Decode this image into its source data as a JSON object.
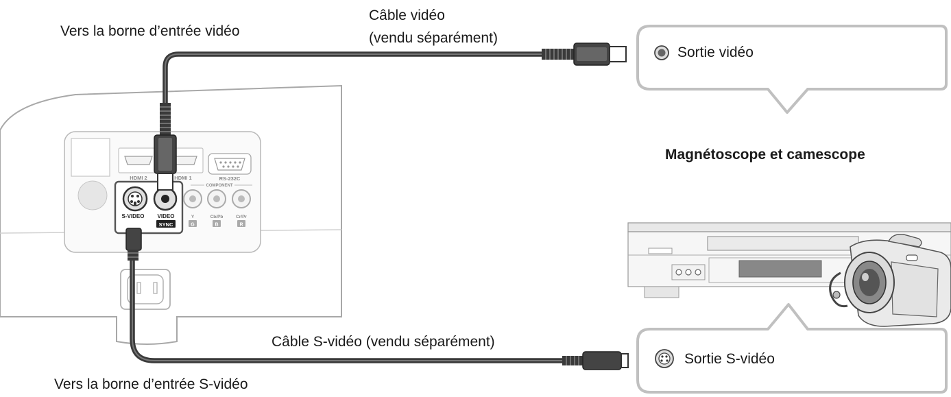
{
  "labels": {
    "video_input_terminal": "Vers la borne d’entrée vidéo",
    "video_cable_line1": "Câble vidéo",
    "video_cable_line2": "(vendu séparément)",
    "video_output": "Sortie vidéo",
    "device_title": "Magnétoscope et camescope",
    "svideo_cable": "Câble S-vidéo (vendu séparément)",
    "svideo_output": "Sortie S-vidéo",
    "svideo_input_terminal": "Vers la borne d’entrée S-vidéo"
  },
  "panel": {
    "hdmi2": "HDMI 2",
    "hdmi1": "HDMI 1",
    "rs232c": "RS-232C",
    "component": "COMPONENT",
    "svideo": "S-VIDEO",
    "video": "VIDEO",
    "sync": "SYNC",
    "y": "Y",
    "g": "G",
    "cb": "Cb/Pb",
    "b": "B",
    "cr": "Cr/Pr",
    "r": "R"
  }
}
